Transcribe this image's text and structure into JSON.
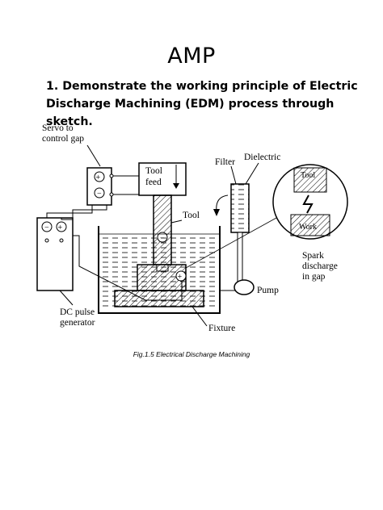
{
  "document": {
    "title": "AMP",
    "question_line1": "1. Demonstrate the working principle of Electric",
    "question_line2": "Discharge Machining (EDM) process through sketch.",
    "caption": "Fig.1.5 Electrical Discharge Machining"
  },
  "figure_labels": {
    "servo_line1": "Servo to",
    "servo_line2": "control gap",
    "tool_feed_line1": "Tool",
    "tool_feed_line2": "feed",
    "tool": "Tool",
    "filter": "Filter",
    "dielectric": "Dielectric",
    "inset_tool": "Tool",
    "inset_work": "Work",
    "spark_line1": "Spark",
    "spark_line2": "discharge",
    "spark_line3": "in gap",
    "pump": "Pump",
    "dc_line1": "DC pulse",
    "dc_line2": "generator",
    "fixture": "Fixture"
  }
}
